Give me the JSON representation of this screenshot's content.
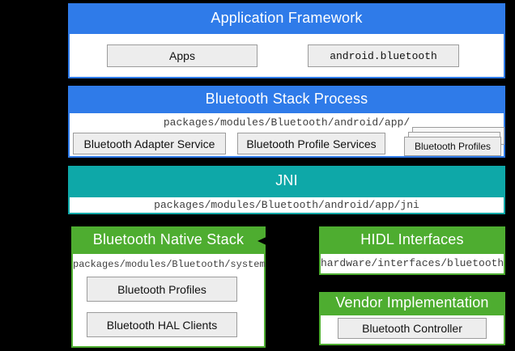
{
  "colors": {
    "blue": "#2f7be9",
    "teal": "#0ea8a8",
    "green": "#4ead30",
    "box_bg": "#ededed",
    "box_border": "#9c9c9c",
    "path_text": "#3f3f3f",
    "bg": "#000000"
  },
  "sections": {
    "application_framework": {
      "title": "Application Framework",
      "boxes": {
        "apps": "Apps",
        "android_bluetooth": "android.bluetooth"
      }
    },
    "bluetooth_stack_process": {
      "title": "Bluetooth Stack Process",
      "path": "packages/modules/Bluetooth/android/app/",
      "boxes": {
        "adapter_service": "Bluetooth Adapter Service",
        "profile_services": "Bluetooth Profile Services",
        "profiles": "Bluetooth Profiles"
      }
    },
    "jni": {
      "title": "JNI",
      "path": "packages/modules/Bluetooth/android/app/jni"
    },
    "bluetooth_native_stack": {
      "title": "Bluetooth Native Stack",
      "path": "packages/modules/Bluetooth/system",
      "boxes": {
        "profiles": "Bluetooth Profiles",
        "hal_clients": "Bluetooth HAL Clients"
      }
    },
    "hidl_interfaces": {
      "title": "HIDL Interfaces",
      "path": "hardware/interfaces/bluetooth"
    },
    "vendor_implementation": {
      "title": "Vendor Implementation",
      "boxes": {
        "controller": "Bluetooth Controller"
      }
    }
  }
}
